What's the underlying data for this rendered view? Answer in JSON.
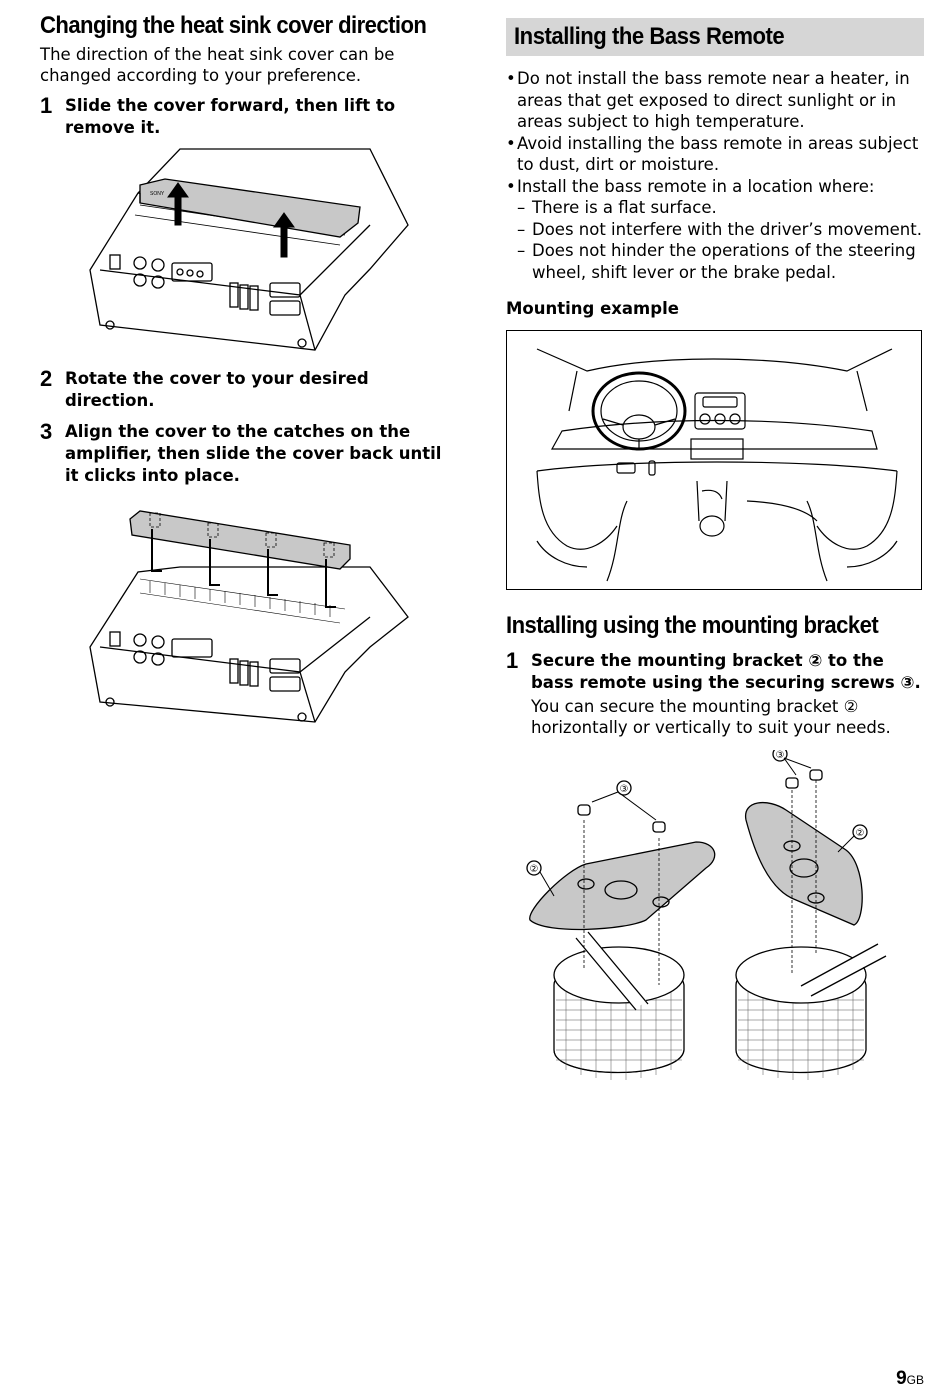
{
  "left": {
    "heading": "Changing the heat sink cover direction",
    "lead": "The direction of the heat sink cover can be changed according to your preference.",
    "steps": [
      {
        "num": "1",
        "text": "Slide the cover forward, then lift to remove it."
      },
      {
        "num": "2",
        "text": "Rotate the cover to your desired direction."
      },
      {
        "num": "3",
        "text": "Align the cover to the catches on the amplifier, then slide the cover back until it clicks into place."
      }
    ]
  },
  "right": {
    "banner": "Installing the Bass Remote",
    "bullets": [
      "Do not install the bass remote near a heater, in areas that get exposed to direct sunlight or in areas subject to high temperature.",
      "Avoid installing the bass remote in areas subject to dust, dirt or moisture.",
      "Install the bass remote in a location where:"
    ],
    "sub_bullets": [
      "There is a flat surface.",
      "Does not interfere with the driver’s movement.",
      "Does not hinder the operations of the steering wheel, shift lever or the brake pedal."
    ],
    "mounting_example": "Mounting example",
    "bracket_heading": "Installing using the mounting bracket",
    "bracket_step": {
      "num": "1",
      "text": "Secure the mounting bracket ② to the bass remote using the securing screws ③.",
      "note": "You can secure the mounting bracket ② horizontally or vertically to suit your needs."
    },
    "callouts": {
      "bracket": "②",
      "screws": "③"
    },
    "logo": "SONY"
  },
  "page": {
    "number": "9",
    "suffix": "GB"
  }
}
